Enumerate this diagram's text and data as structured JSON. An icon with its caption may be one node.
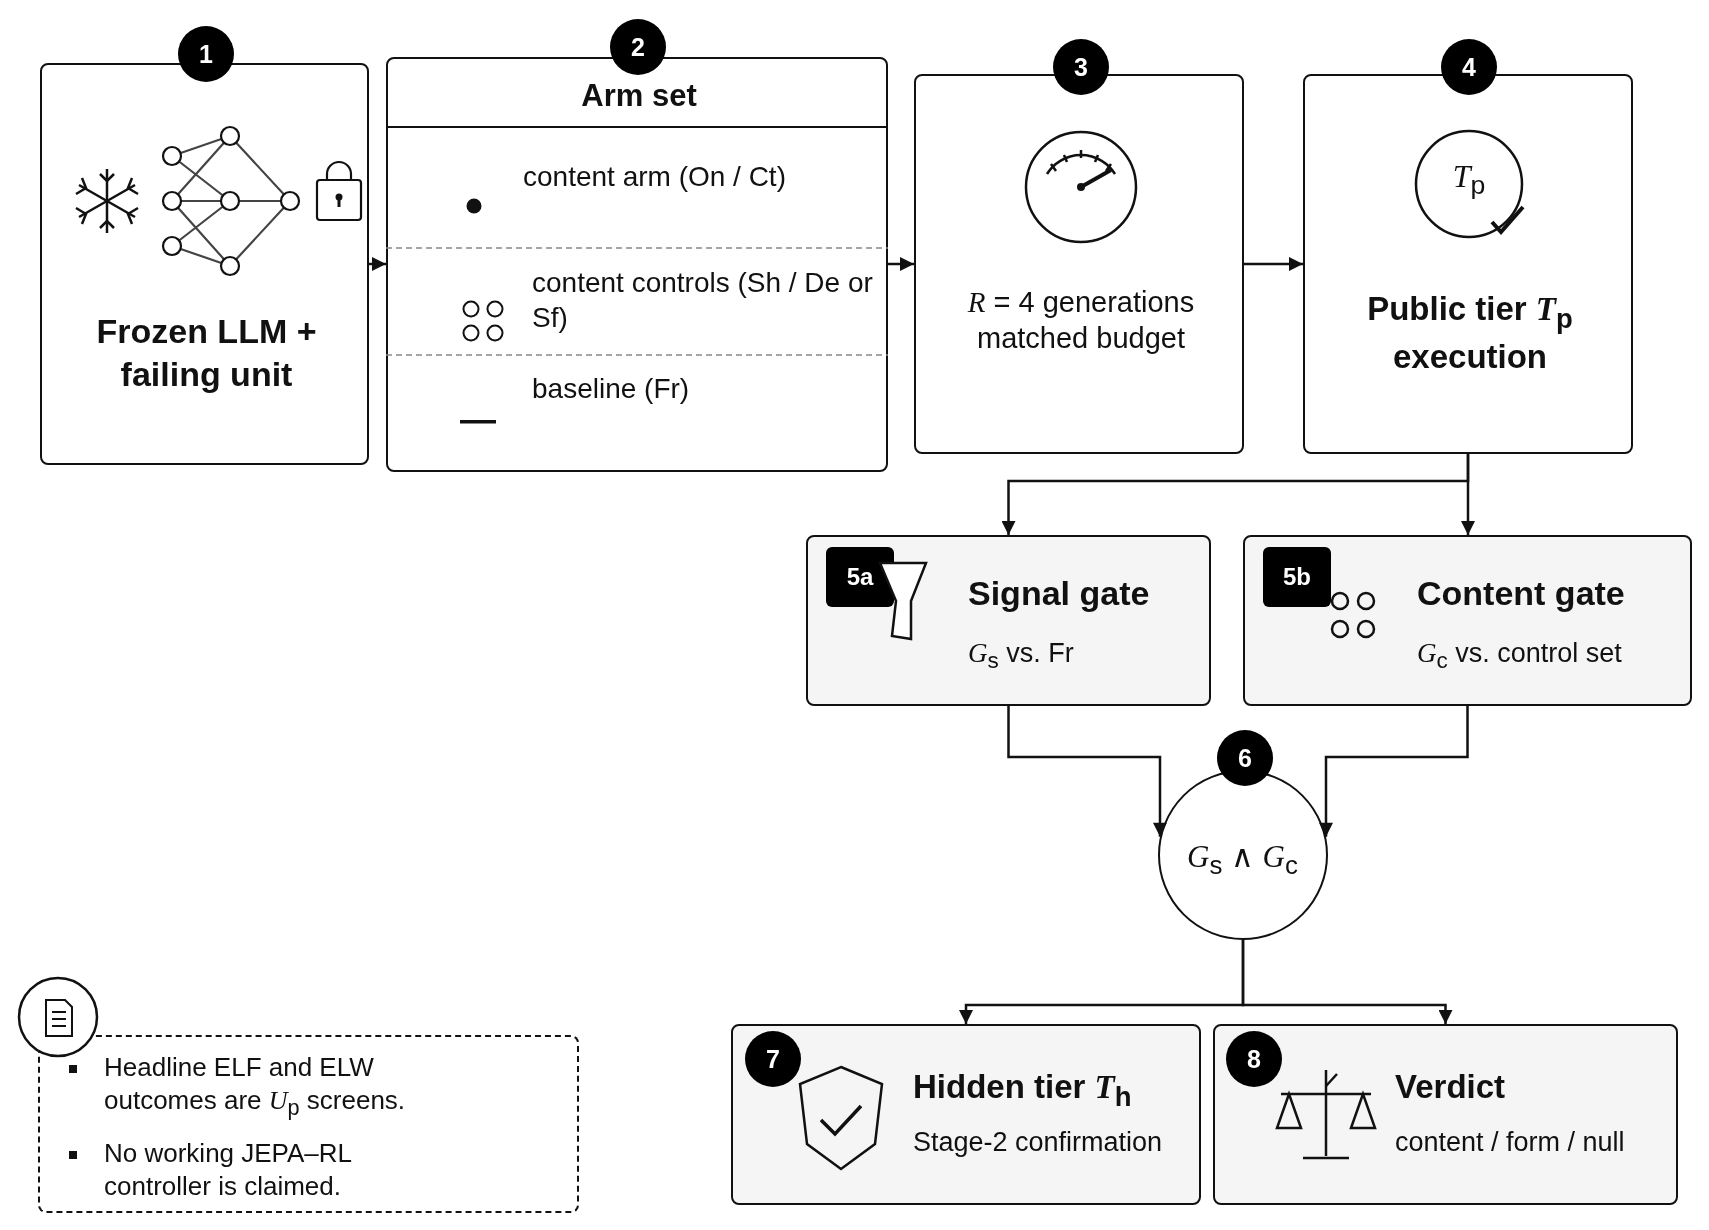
{
  "diagram": {
    "nodes": [
      {
        "text": [
          "1",
          "Frozen LLM + failing unit"
        ]
      },
      {
        "text": [
          "2",
          "Arm set",
          "content arm (On / Ct)",
          "content controls (Sh / De or Sf)",
          "baseline (Fr)"
        ]
      },
      {
        "text": [
          "3",
          "*R* = 4 generations matched budget"
        ]
      },
      {
        "text": [
          "4",
          "*T*$_{p}$",
          "Public tier *T*$_{p}$ execution"
        ]
      },
      {
        "text": [
          "5a",
          "Signal gate",
          "*G*$_{s}$ vs. Fr"
        ]
      },
      {
        "text": [
          "5b",
          "Content gate",
          "*G*$_{c}$ vs. control set"
        ]
      },
      {
        "text": [
          "6",
          "*G*$_{s}$ ∧ *G*$_{c}$"
        ]
      },
      {
        "text": [
          "7",
          "Hidden tier *T*$_{h}$",
          "Stage-2 confirmation"
        ]
      },
      {
        "text": [
          "8",
          "Verdict",
          "content / form / null"
        ]
      },
      {
        "text": [
          "Headline ELF and ELW outcomes are *U*$_{p}$ screens.",
          "No working JEPA–RL controller is claimed."
        ]
      }
    ],
    "edges": [
      {
        "from": 0,
        "to": 1,
        "arrow": "to"
      },
      {
        "from": 1,
        "to": 2,
        "arrow": "to"
      },
      {
        "from": 2,
        "to": 3,
        "arrow": "to"
      },
      {
        "from": 3,
        "to": 4,
        "arrow": "to"
      },
      {
        "from": 3,
        "to": 5,
        "arrow": "to"
      },
      {
        "from": 4,
        "to": 6,
        "arrow": "to"
      },
      {
        "from": 5,
        "to": 6,
        "arrow": "to"
      },
      {
        "from": 6,
        "to": 7,
        "arrow": "to"
      },
      {
        "from": 6,
        "to": 8,
        "arrow": "to"
      }
    ]
  }
}
